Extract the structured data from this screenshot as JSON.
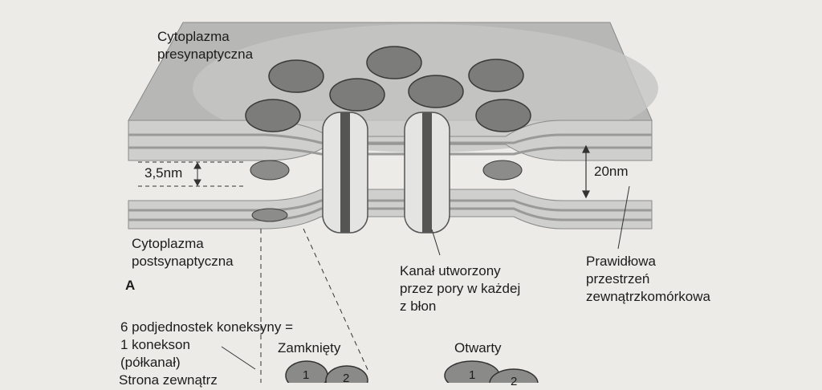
{
  "labels": {
    "presynaptic": [
      "Cytoplazma",
      "presynaptyczna"
    ],
    "postsynaptic": [
      "Cytoplazma",
      "postsynaptyczna"
    ],
    "gap_width": "3,5nm",
    "space_width": "20nm",
    "pore_channel": [
      "Kanał utworzony",
      "przez pory w każdej",
      "z błon"
    ],
    "extracellular": [
      "Prawidłowa",
      "przestrzeń",
      "zewnątrzkomórkowa"
    ],
    "panel_letter": "A",
    "connexin": [
      "6 podjednostek koneksyny =",
      "1 konekson",
      "(półkanał)"
    ],
    "closed": "Zamknięty",
    "open": "Otwarty",
    "outer_side": "Strona zewnątrz",
    "subunit_1": "1",
    "subunit_2": "2",
    "subunit_1b": "1",
    "subunit_2b": "2"
  },
  "colors": {
    "membrane_top": "#b4b4b2",
    "membrane_face": "#c9c9c7",
    "stripe": "#9a9a98",
    "connexon": "#7a7a78",
    "channel": "#555553"
  }
}
